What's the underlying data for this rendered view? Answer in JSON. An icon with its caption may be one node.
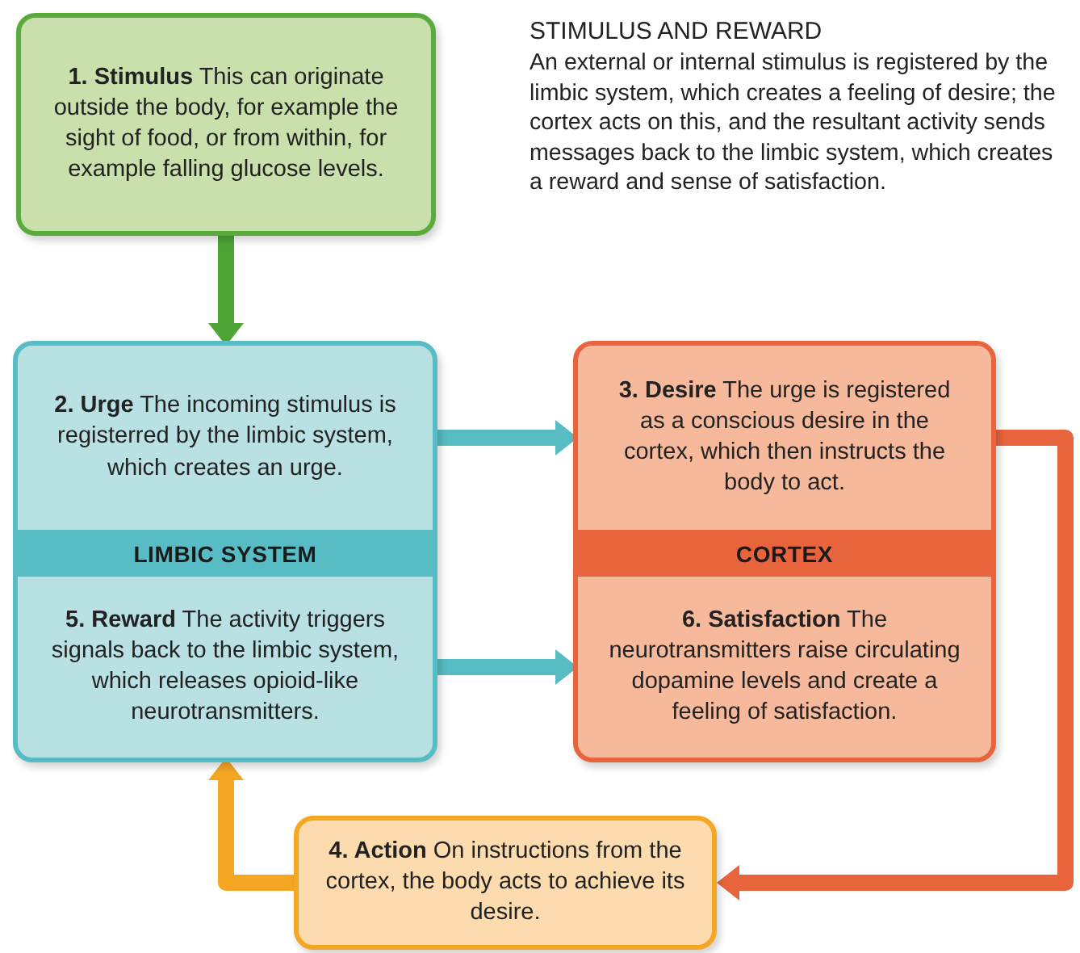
{
  "diagram": {
    "title": "STIMULUS AND REWARD",
    "nodes": [
      {
        "text": [
          "**1. Stimulus** This can originate outside the body, for example the sight of food, or from within, for example falling glucose levels."
        ]
      },
      {
        "text": [
          "LIMBIC SYSTEM"
        ]
      },
      {
        "text": [
          "**2. Urge** The incoming stimulus is registerred by the limbic system, which creates an urge."
        ],
        "in": 1
      },
      {
        "text": [
          "**5. Reward** The activity triggers signals back to the limbic system, which releases opioid-like neurotransmitters."
        ],
        "in": 1
      },
      {
        "text": [
          "CORTEX"
        ]
      },
      {
        "text": [
          "**3. Desire** The urge is registered as a conscious desire in the cortex, which then instructs the body to act."
        ],
        "in": 4
      },
      {
        "text": [
          "**6. Satisfaction** The neurotransmitters raise circulating dopamine levels and create a feeling of satisfaction."
        ],
        "in": 4
      },
      {
        "text": [
          "**4. Action** On instructions from the cortex, the body acts to achieve its desire."
        ]
      }
    ],
    "edges": [
      {
        "from": 0,
        "to": 2,
        "arrow": "to",
        "color": "#4ea535"
      },
      {
        "from": 2,
        "to": 5,
        "arrow": "to",
        "color": "#58bcc4"
      },
      {
        "from": 3,
        "to": 6,
        "arrow": "to",
        "color": "#58bcc4"
      },
      {
        "from": 5,
        "to": 7,
        "arrow": "to",
        "color": "#e8643c"
      },
      {
        "from": 7,
        "to": 3,
        "arrow": "to",
        "color": "#f5a623"
      }
    ],
    "labels": [
      "An external or internal stimulus is registered by the limbic system, which creates a feeling of desire; the cortex acts on this, and the resultant activity sends messages back to the limbic system, which creates a reward and sense of satisfaction."
    ]
  }
}
